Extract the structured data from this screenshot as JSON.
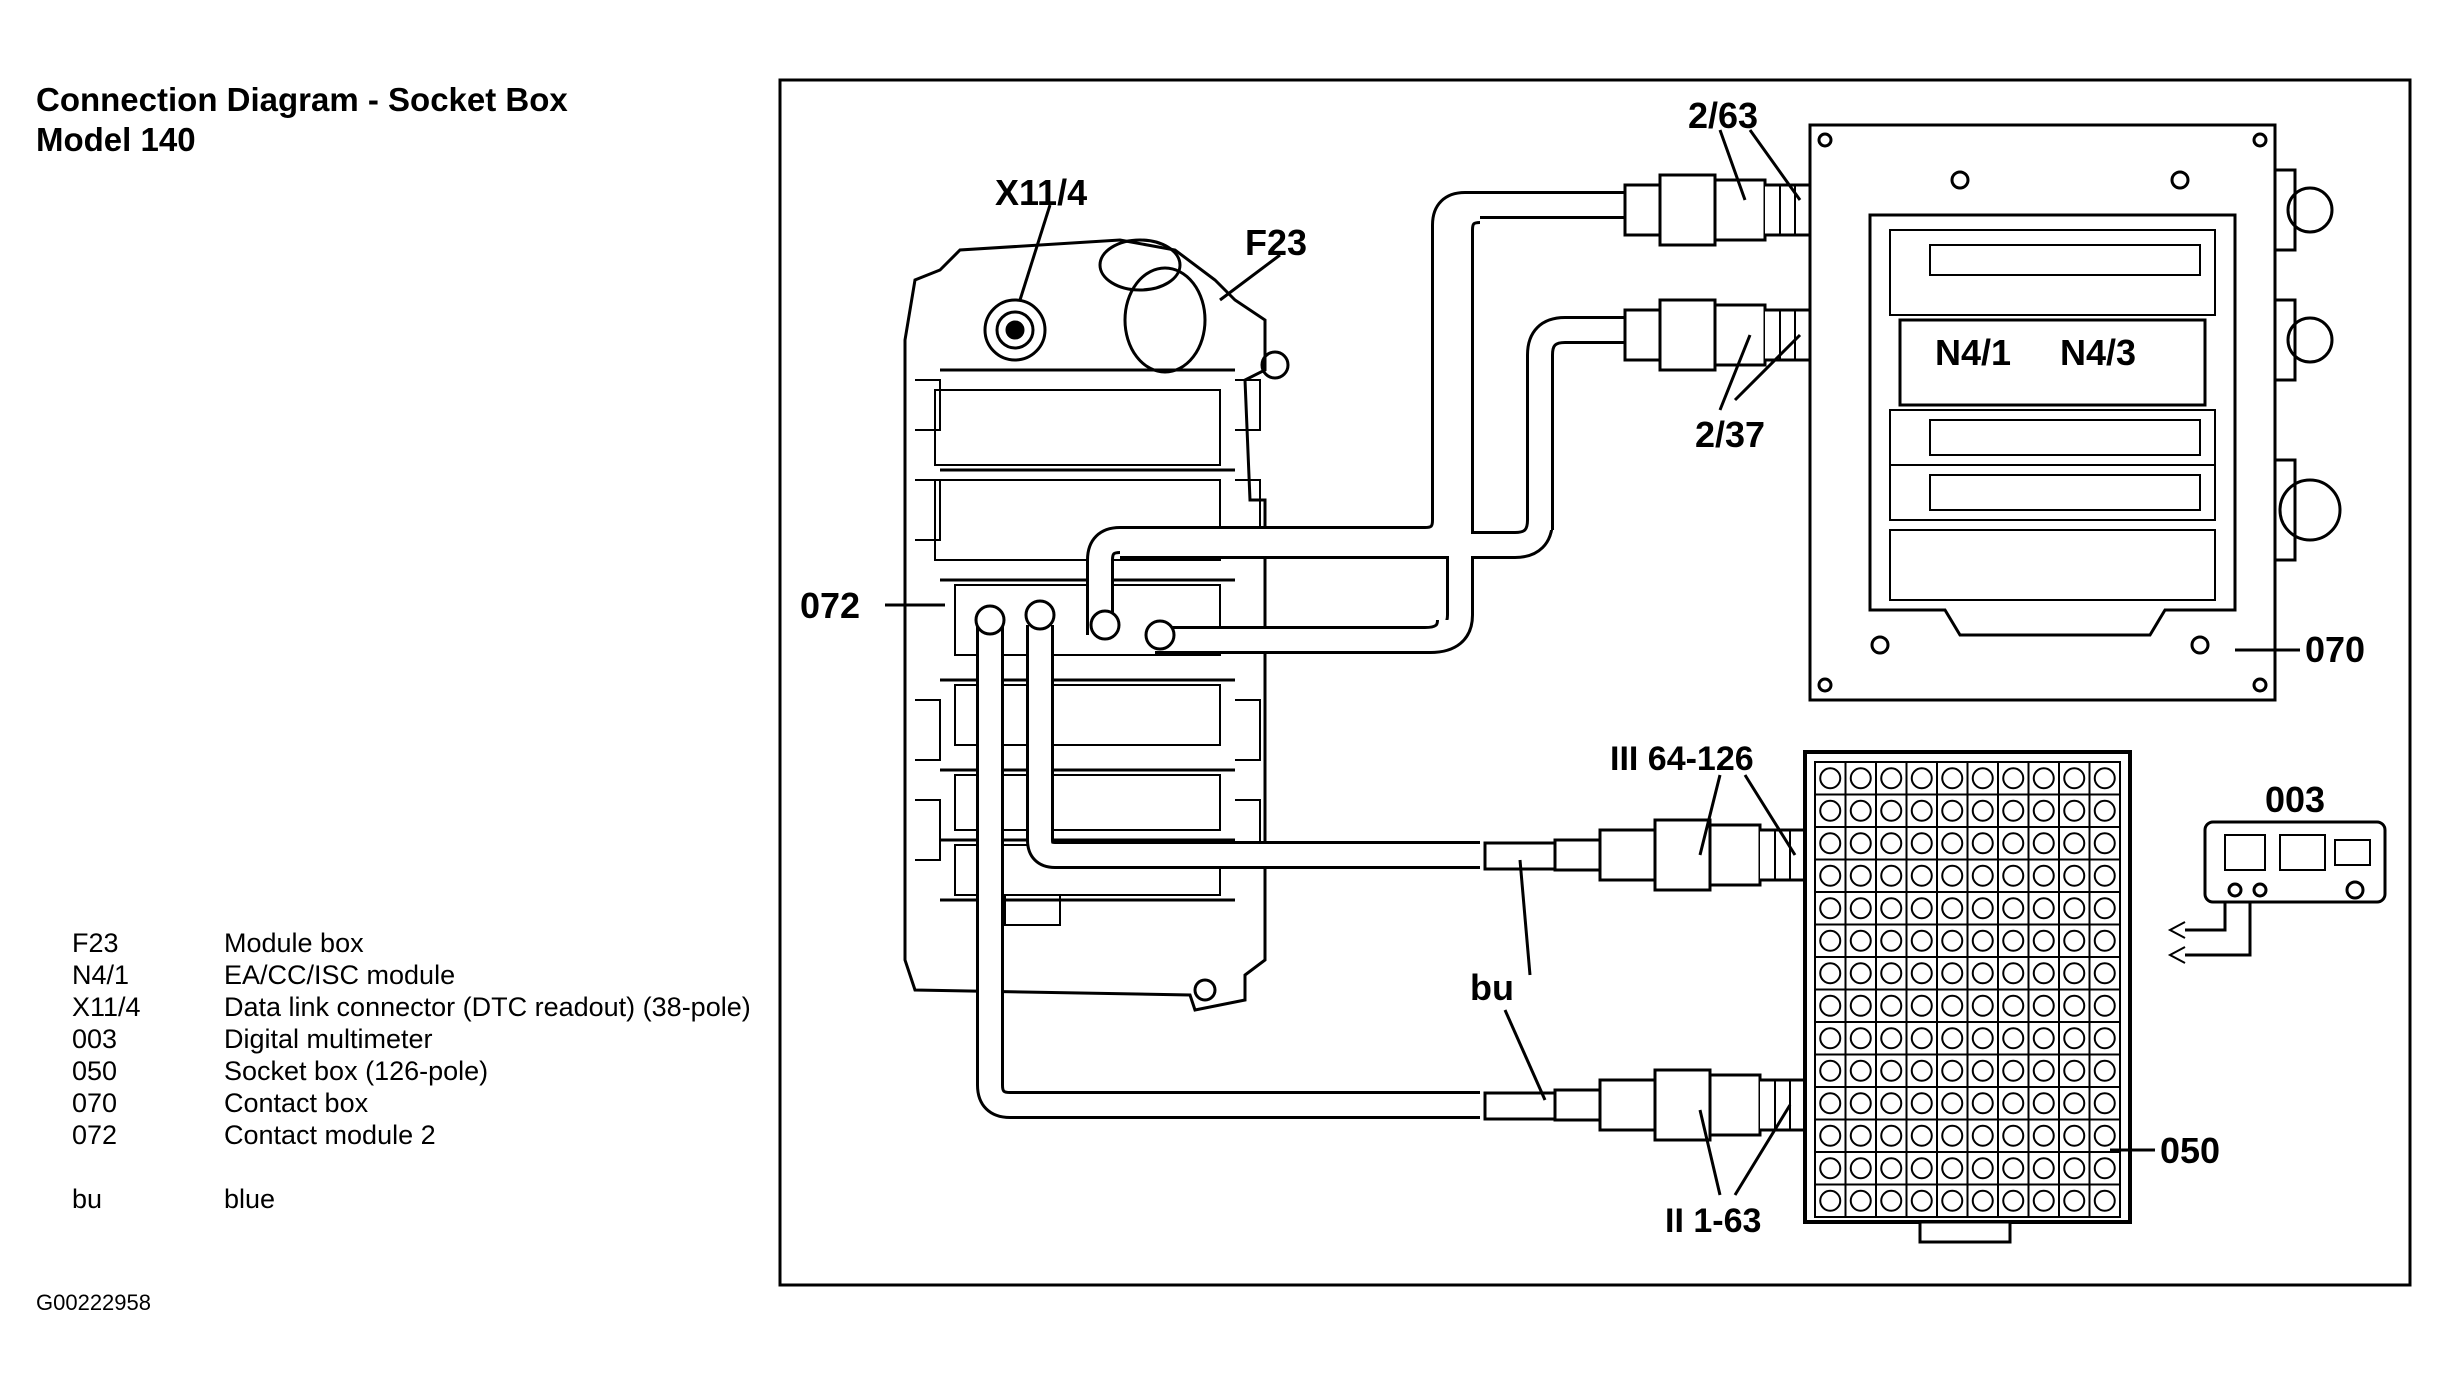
{
  "title": {
    "line1": "Connection Diagram - Socket Box",
    "line2": "Model 140"
  },
  "legend": [
    {
      "code": "F23",
      "desc": "Module box"
    },
    {
      "code": "N4/1",
      "desc": "EA/CC/ISC module"
    },
    {
      "code": "X11/4",
      "desc": "Data link connector (DTC readout) (38-pole)"
    },
    {
      "code": "003",
      "desc": "Digital multimeter"
    },
    {
      "code": "050",
      "desc": "Socket box (126-pole)"
    },
    {
      "code": "070",
      "desc": "Contact box"
    },
    {
      "code": "072",
      "desc": "Contact module 2"
    }
  ],
  "legend_extra": {
    "code": "bu",
    "desc": "blue"
  },
  "doc_id": "G00222958",
  "diagram_labels": {
    "x11_4": "X11/4",
    "f23": "F23",
    "c072": "072",
    "c2_63": "2/63",
    "c2_37": "2/37",
    "n4_1": "N4/1",
    "n4_3": "N4/3",
    "c070": "070",
    "iii64_126": "III 64-126",
    "c003": "003",
    "bu": "bu",
    "c050": "050",
    "ii1_63": "II 1-63"
  }
}
